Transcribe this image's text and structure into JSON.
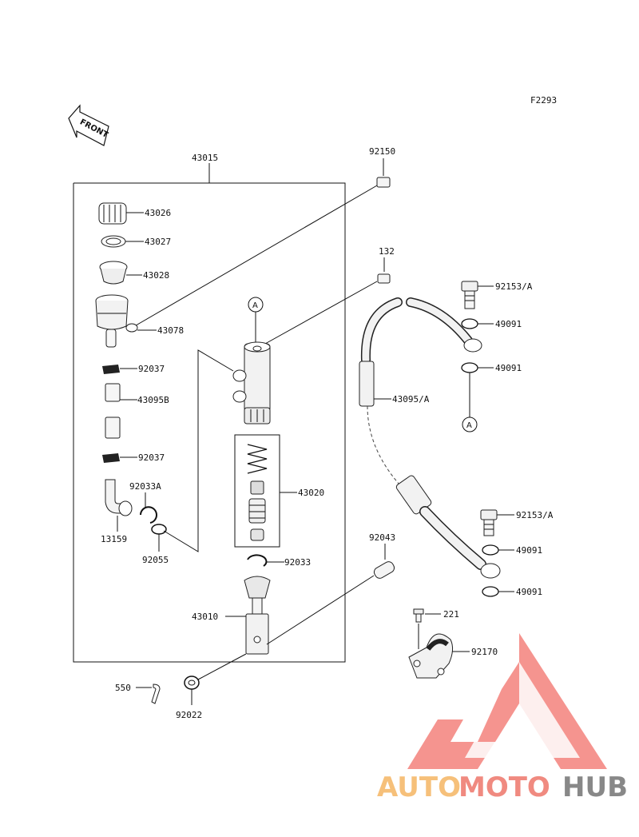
{
  "figure_code": "F2293",
  "front_label": "FRONT",
  "callouts": {
    "A_top": "A",
    "A_side": "A"
  },
  "parts": {
    "p43015": "43015",
    "p92150": "92150",
    "p43026": "43026",
    "p43027": "43027",
    "p43028": "43028",
    "p43078": "43078",
    "p92037_a": "92037",
    "p43095B": "43095B",
    "p92037_b": "92037",
    "p92033A": "92033A",
    "p13159": "13159",
    "p92055": "92055",
    "p132": "132",
    "p43020": "43020",
    "p92033": "92033",
    "p43010": "43010",
    "p92043": "92043",
    "p550": "550",
    "p92022": "92022",
    "p92153A_a": "92153/A",
    "p49091_a": "49091",
    "p49091_b": "49091",
    "p43095A": "43095/A",
    "p92153A_b": "92153/A",
    "p49091_c": "49091",
    "p49091_d": "49091",
    "p221": "221",
    "p92170": "92170"
  },
  "watermark": {
    "auto": "AUTO",
    "moto": "MOTO",
    "hub": "HUB",
    "colors": {
      "auto": "#f6c07a",
      "moto": "#f08a80",
      "hub": "#888888",
      "triangle": "#f2716a"
    }
  }
}
